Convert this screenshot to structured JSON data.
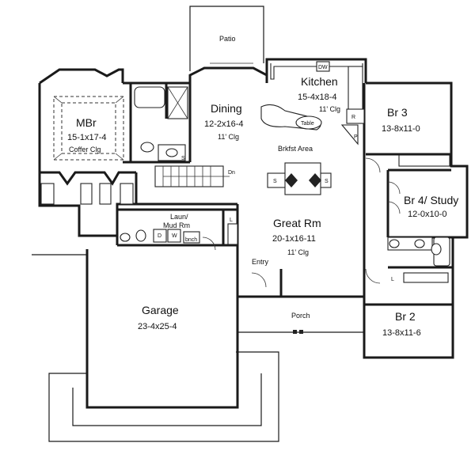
{
  "rooms": {
    "patio": {
      "name": "Patio"
    },
    "kitchen": {
      "name": "Kitchen",
      "dims": "15-4x18-4",
      "ceiling": "11' Clg"
    },
    "dining": {
      "name": "Dining",
      "dims": "12-2x16-4",
      "ceiling": "11' Clg"
    },
    "mbr": {
      "name": "MBr",
      "dims": "15-1x17-4",
      "ceiling": "Coffer Clg"
    },
    "br3": {
      "name": "Br 3",
      "dims": "13-8x11-0"
    },
    "br4": {
      "name": "Br 4/ Study",
      "dims": "12-0x10-0"
    },
    "brkfst": {
      "name": "Brkfst Area"
    },
    "great_rm": {
      "name": "Great Rm",
      "dims": "20-1x16-11",
      "ceiling": "11' Clg"
    },
    "laundry": {
      "name_line1": "Laun/",
      "name_line2": "Mud Rm"
    },
    "entry": {
      "name": "Entry"
    },
    "garage": {
      "name": "Garage",
      "dims": "23-4x25-4"
    },
    "porch": {
      "name": "Porch"
    },
    "br2": {
      "name": "Br 2",
      "dims": "13-8x11-6"
    }
  },
  "labels": {
    "table": "Table",
    "dw": "DW",
    "refrigerator": "R",
    "pantry": "P",
    "stairs_down": "Dn",
    "linen_left": "L",
    "linen_right": "L",
    "dryer": "D",
    "washer": "W",
    "bench": "bnch",
    "fireplace_left": "S",
    "fireplace_right": "S",
    "stair_s": "S"
  }
}
